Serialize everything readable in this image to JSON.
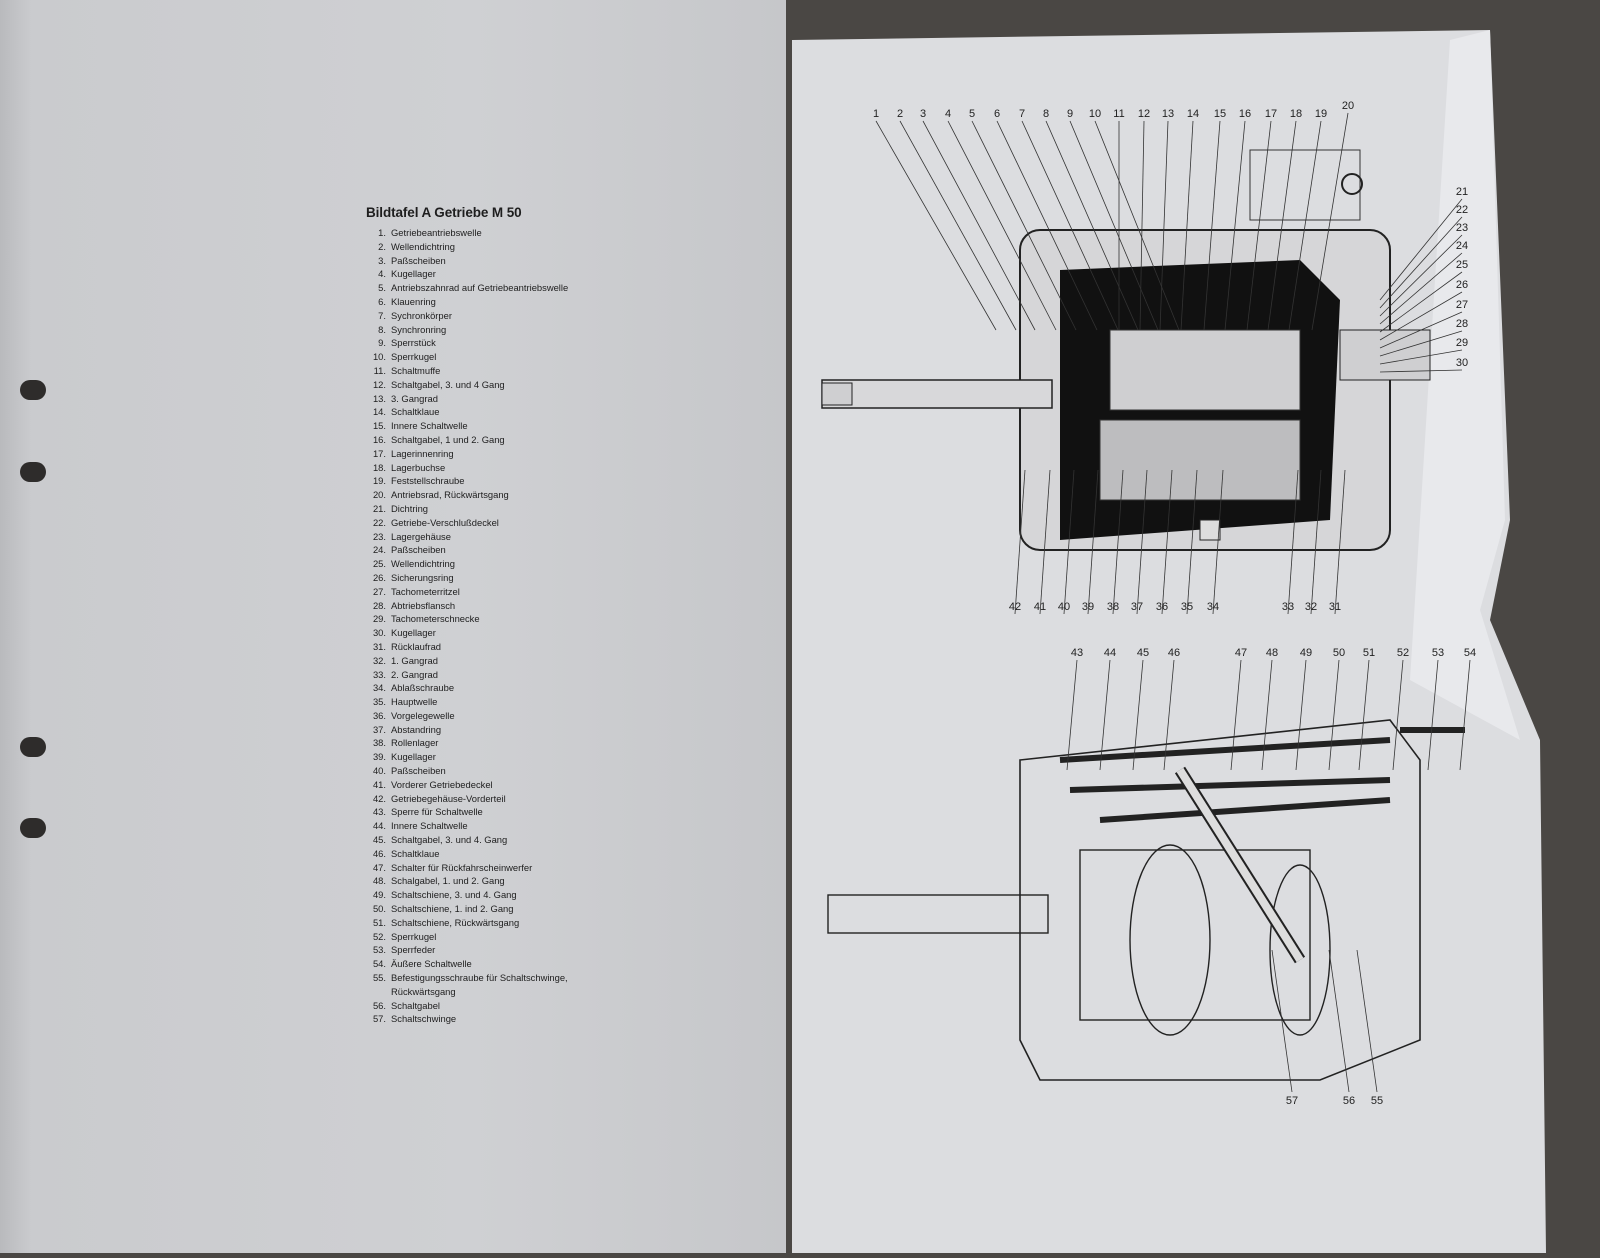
{
  "legend": {
    "title": "Bildtafel A Getriebe M 50",
    "items": [
      "Getriebeantriebswelle",
      "Wellendichtring",
      "Paßscheiben",
      "Kugellager",
      "Antriebszahnrad auf Getriebeantriebswelle",
      "Klauenring",
      "Sychronkörper",
      "Synchronring",
      "Sperrstück",
      "Sperrkugel",
      "Schaltmuffe",
      "Schaltgabel, 3. und 4 Gang",
      "3. Gangrad",
      "Schaltklaue",
      "Innere Schaltwelle",
      "Schaltgabel, 1 und 2. Gang",
      "Lagerinnenring",
      "Lagerbuchse",
      "Feststellschraube",
      "Antriebsrad, Rückwärtsgang",
      "Dichtring",
      "Getriebe-Verschlußdeckel",
      "Lagergehäuse",
      "Paßscheiben",
      "Wellendichtring",
      "Sicherungsring",
      "Tachometerritzel",
      "Abtriebsflansch",
      "Tachometerschnecke",
      "Kugellager",
      "Rücklaufrad",
      "1. Gangrad",
      "2. Gangrad",
      "Ablaßschraube",
      "Hauptwelle",
      "Vorgelegewelle",
      "Abstandring",
      "Rollenlager",
      "Kugellager",
      "Paßscheiben",
      "Vorderer Getriebedeckel",
      "Getriebegehäuse-Vorderteil",
      "Sperre für Schaltwelle",
      "Innere Schaltwelle",
      "Schaltgabel, 3. und 4. Gang",
      "Schaltklaue",
      "Schalter für Rückfahrscheinwerfer",
      "Schalgabel, 1. und 2. Gang",
      "Schaltschiene, 3. und 4. Gang",
      "Schaltschiene, 1. ind 2. Gang",
      "Schaltschiene, Rückwärtsgang",
      "Sperrkugel",
      "Sperrfeder",
      "Äußere Schaltwelle",
      "Befestigungsschraube für Schaltschwinge, Rückwärtsgang",
      "Schaltgabel",
      "Schaltschwinge"
    ]
  },
  "diagram_top": {
    "callouts_top": [
      "1",
      "2",
      "3",
      "4",
      "5",
      "6",
      "7",
      "8",
      "9",
      "10",
      "11",
      "12",
      "13",
      "14",
      "15",
      "16",
      "17",
      "18",
      "19",
      "20"
    ],
    "callouts_right": [
      "21",
      "22",
      "23",
      "24",
      "25",
      "26",
      "27",
      "28",
      "29",
      "30"
    ],
    "callouts_bottom": [
      "42",
      "41",
      "40",
      "39",
      "38",
      "37",
      "36",
      "35",
      "34",
      "33",
      "32",
      "31"
    ]
  },
  "diagram_bottom": {
    "callouts_top": [
      "43",
      "44",
      "45",
      "46",
      "47",
      "48",
      "49",
      "50",
      "51",
      "52",
      "53",
      "54"
    ],
    "callouts_bottom": [
      "57",
      "56",
      "55"
    ]
  }
}
